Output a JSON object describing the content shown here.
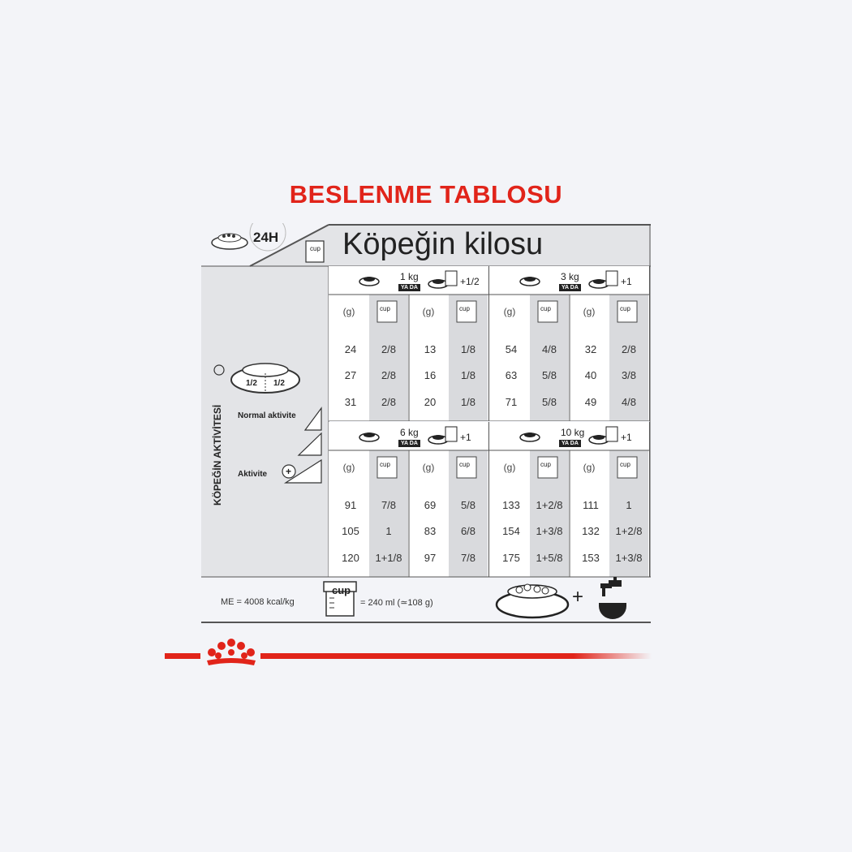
{
  "title": "BESLENME TABLOSU",
  "header": {
    "hours": "24H",
    "weight_title": "Köpeğin kilosu"
  },
  "cup_label": "cup",
  "or_label": "YA DA",
  "sidebar": {
    "vertical_label": "KÖPEĞİN AKTİVİTESİ",
    "normal_label": "Normal aktivite",
    "active_label": "Aktivite",
    "half1": "1/2",
    "half2": "1/2"
  },
  "blocks": [
    {
      "weight": "1 kg",
      "wet_plus": "+1/2",
      "dry": {
        "g": [
          "24",
          "27",
          "31"
        ],
        "cup": [
          "2/8",
          "2/8",
          "2/8"
        ]
      },
      "mixed": {
        "g": [
          "13",
          "16",
          "20"
        ],
        "cup": [
          "1/8",
          "1/8",
          "1/8"
        ]
      }
    },
    {
      "weight": "3 kg",
      "wet_plus": "+1",
      "dry": {
        "g": [
          "54",
          "63",
          "71"
        ],
        "cup": [
          "4/8",
          "5/8",
          "5/8"
        ]
      },
      "mixed": {
        "g": [
          "32",
          "40",
          "49"
        ],
        "cup": [
          "2/8",
          "3/8",
          "4/8"
        ]
      }
    },
    {
      "weight": "6 kg",
      "wet_plus": "+1",
      "dry": {
        "g": [
          "91",
          "105",
          "120"
        ],
        "cup": [
          "7/8",
          "1",
          "1+1/8"
        ]
      },
      "mixed": {
        "g": [
          "69",
          "83",
          "97"
        ],
        "cup": [
          "5/8",
          "6/8",
          "7/8"
        ]
      }
    },
    {
      "weight": "10 kg",
      "wet_plus": "+1",
      "dry": {
        "g": [
          "133",
          "154",
          "175"
        ],
        "cup": [
          "1+2/8",
          "1+3/8",
          "1+5/8"
        ]
      },
      "mixed": {
        "g": [
          "111",
          "132",
          "153"
        ],
        "cup": [
          "1",
          "1+2/8",
          "1+3/8"
        ]
      }
    }
  ],
  "col_header_g": "(g)",
  "footer": {
    "energy": "ME = 4008 kcal/kg",
    "cup_equiv": "= 240 ml (≃108 g)",
    "plus": "+"
  },
  "colors": {
    "accent": "#e1241a",
    "panel": "#e3e4e7",
    "line": "#555555"
  }
}
